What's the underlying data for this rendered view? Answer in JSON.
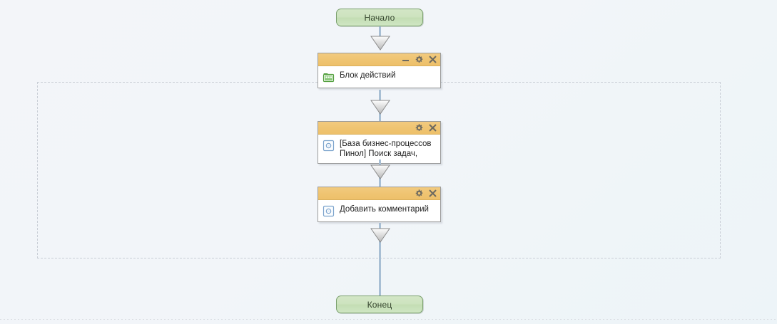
{
  "diagram": {
    "title": "Business process flow editor canvas",
    "colors": {
      "canvas_background": "#f2f5f9",
      "terminator_fill": "#cde3bf",
      "terminator_border": "#7aa06d",
      "block_header": "#efc471",
      "block_border": "#9b9b9b",
      "connector": "#a8bfd4",
      "group_frame_dashed": "#c9ced6"
    },
    "start_node": {
      "label": "Начало",
      "shape": "rounded-rectangle"
    },
    "end_node": {
      "label": "Конец",
      "shape": "rounded-rectangle"
    },
    "group_frame": {
      "style": "dashed",
      "label": ""
    },
    "blocks": [
      {
        "id": "action",
        "label": "Блок действий",
        "icon": "green-folder-icon",
        "header_buttons": [
          "minimize-icon",
          "gear-icon",
          "close-icon"
        ]
      },
      {
        "id": "search",
        "label": "[База бизнес-процессов Пинол] Поиск задач,",
        "icon": "blue-circle-square-icon",
        "header_buttons": [
          "gear-icon",
          "close-icon"
        ]
      },
      {
        "id": "comment",
        "label": "Добавить комментарий",
        "icon": "blue-circle-square-icon",
        "header_buttons": [
          "gear-icon",
          "close-icon"
        ]
      }
    ],
    "connectors": [
      {
        "from": "start",
        "to": "action"
      },
      {
        "from": "action",
        "to": "search"
      },
      {
        "from": "search",
        "to": "comment"
      },
      {
        "from": "comment",
        "to": "end"
      }
    ]
  }
}
